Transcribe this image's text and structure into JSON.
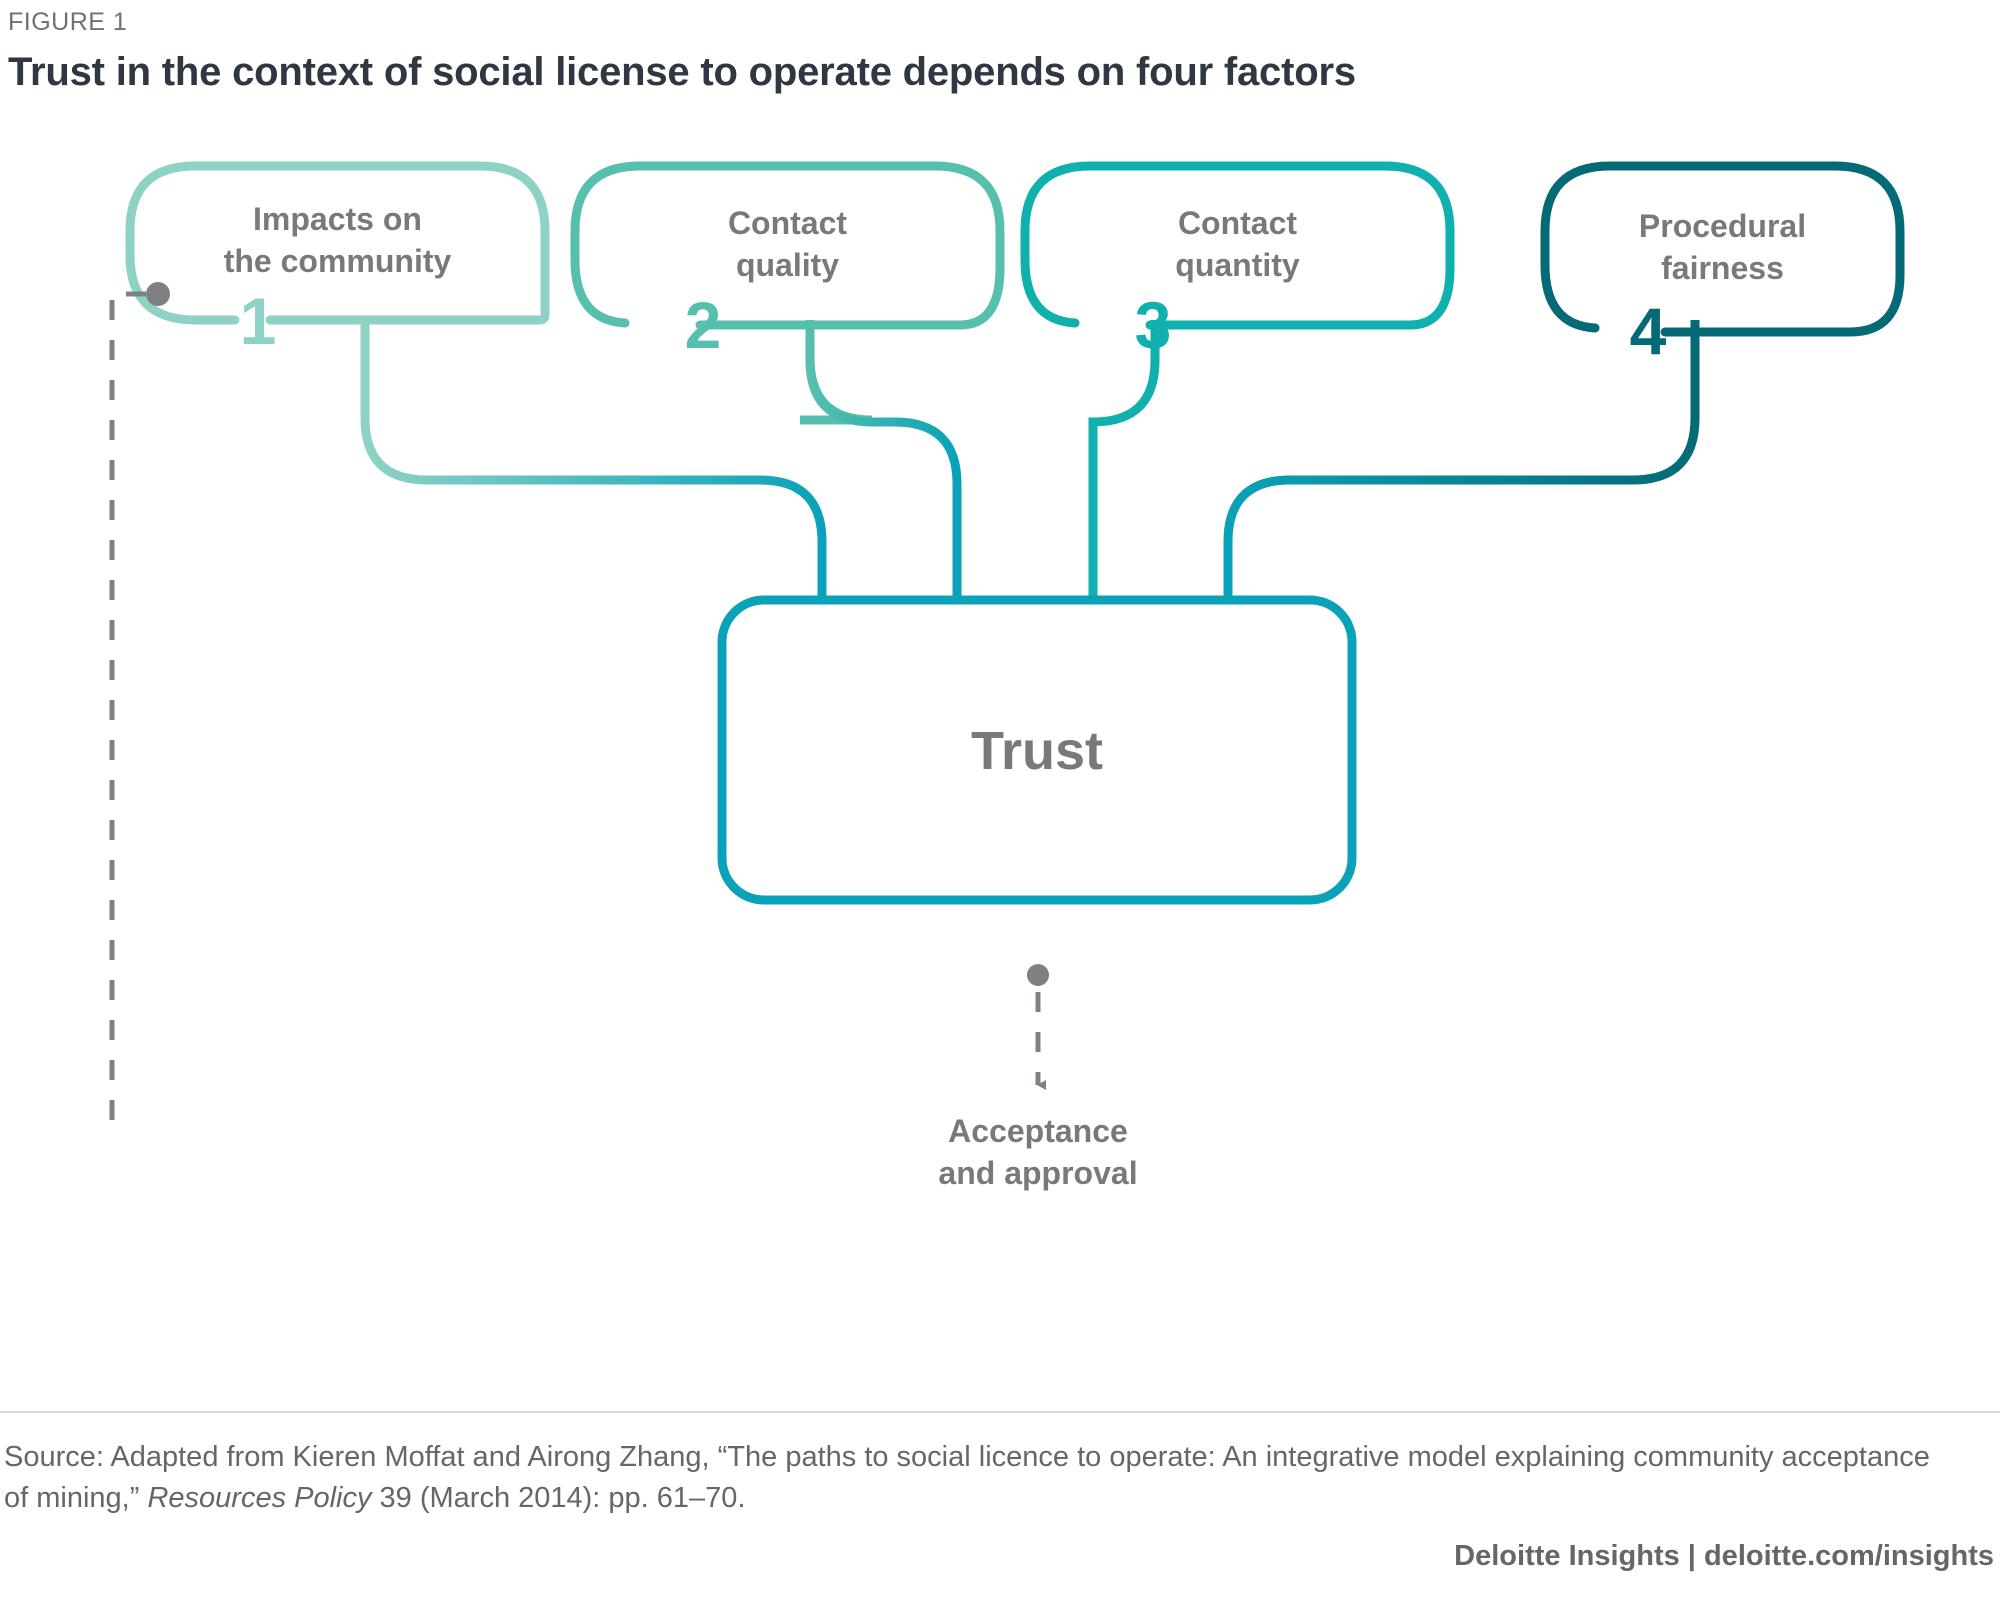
{
  "header": {
    "figure_label": "FIGURE 1",
    "title": "Trust in the context of social license to operate depends on four factors"
  },
  "diagram": {
    "type": "flow-diagram",
    "factors": [
      {
        "number": "1",
        "label": "Impacts on\nthe community",
        "color": "#8ed2c6"
      },
      {
        "number": "2",
        "label": "Contact\nquality",
        "color": "#57bfae"
      },
      {
        "number": "3",
        "label": "Contact\nquantity",
        "color": "#0fb0ad"
      },
      {
        "number": "4",
        "label": "Procedural\nfairness",
        "color": "#046a76"
      }
    ],
    "hub": {
      "label": "Trust",
      "color": "#0aa2b8"
    },
    "outcome": {
      "label": "Acceptance\nand approval"
    },
    "feedback": {
      "description": "dashed feedback loop from acceptance and approval back to impacts on the community",
      "color": "#7d8085"
    }
  },
  "footer": {
    "source_prefix": "Source: Adapted from Kieren Moffat and Airong Zhang, “The paths to social licence to operate: An integrative model explaining community acceptance of mining,” ",
    "source_italic": "Resources Policy",
    "source_suffix": " 39 (March 2014): pp. 61–70.",
    "credit": "Deloitte Insights | deloitte.com/insights"
  },
  "colors": {
    "text_gray": "#78797c",
    "title_dark": "#2e3742",
    "rule": "#d9dadc",
    "dash_gray": "#7d8085"
  }
}
